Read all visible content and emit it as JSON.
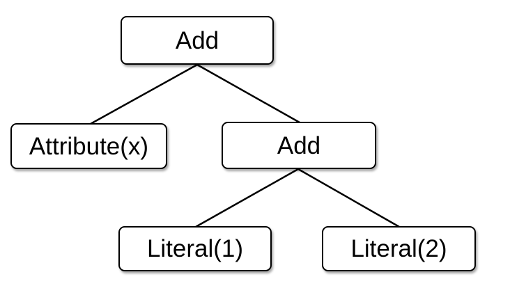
{
  "diagram": {
    "type": "tree",
    "description": "Expression tree diagram",
    "colors": {
      "background": "#ffffff",
      "node_fill": "#ffffff",
      "node_border": "#000000",
      "edge": "#000000",
      "text": "#000000"
    },
    "nodes": {
      "root": {
        "label": "Add"
      },
      "attribute": {
        "label": "Attribute(x)"
      },
      "add2": {
        "label": "Add"
      },
      "literal1": {
        "label": "Literal(1)"
      },
      "literal2": {
        "label": "Literal(2)"
      }
    },
    "edges": [
      {
        "from": "root",
        "to": "attribute"
      },
      {
        "from": "root",
        "to": "add2"
      },
      {
        "from": "add2",
        "to": "literal1"
      },
      {
        "from": "add2",
        "to": "literal2"
      }
    ]
  }
}
